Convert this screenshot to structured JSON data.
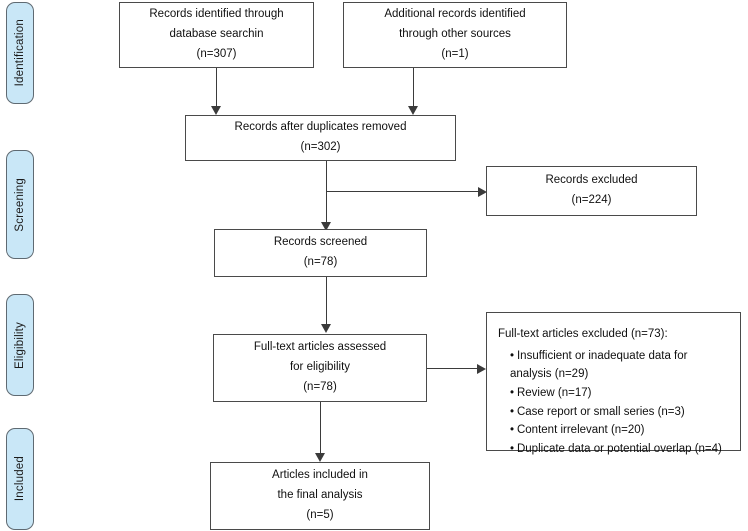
{
  "diagram": {
    "type": "prisma-flow-diagram",
    "colors": {
      "stage_pill_fill": "#c9e7f7",
      "stage_pill_border": "#5f6a72",
      "box_border": "#4a4a4a",
      "connector": "#3b3b3b",
      "text": "#101010",
      "background": "#ffffff"
    }
  },
  "stages": [
    {
      "label": "Identification"
    },
    {
      "label": "Screening"
    },
    {
      "label": "Eligibility"
    },
    {
      "label": "Included"
    }
  ],
  "boxes": {
    "database_search": {
      "lines": [
        "Records identified through",
        "database searchin",
        "(n=307)"
      ]
    },
    "other_sources": {
      "lines": [
        "Additional records identified",
        "through other sources",
        "(n=1)"
      ]
    },
    "duplicates_removed": {
      "lines": [
        "Records after duplicates removed",
        "(n=302)"
      ]
    },
    "records_excluded": {
      "lines": [
        "Records excluded",
        "(n=224)"
      ]
    },
    "records_screened": {
      "lines": [
        "Records screened",
        "(n=78)"
      ]
    },
    "fulltext_assessed": {
      "lines": [
        "Full-text articles assessed",
        "for eligibility",
        "(n=78)"
      ]
    },
    "fulltext_excluded": {
      "heading": "Full-text articles excluded (n=73):",
      "bullet_char": "•",
      "reasons": [
        "Insufficient or inadequate data for analysis (n=29)",
        "Review (n=17)",
        "Case report or small series (n=3)",
        "Content irrelevant (n=20)",
        "Duplicate data or potential overlap (n=4)"
      ]
    },
    "articles_included": {
      "lines": [
        "Articles included in",
        "the final analysis",
        "(n=5)"
      ]
    }
  }
}
